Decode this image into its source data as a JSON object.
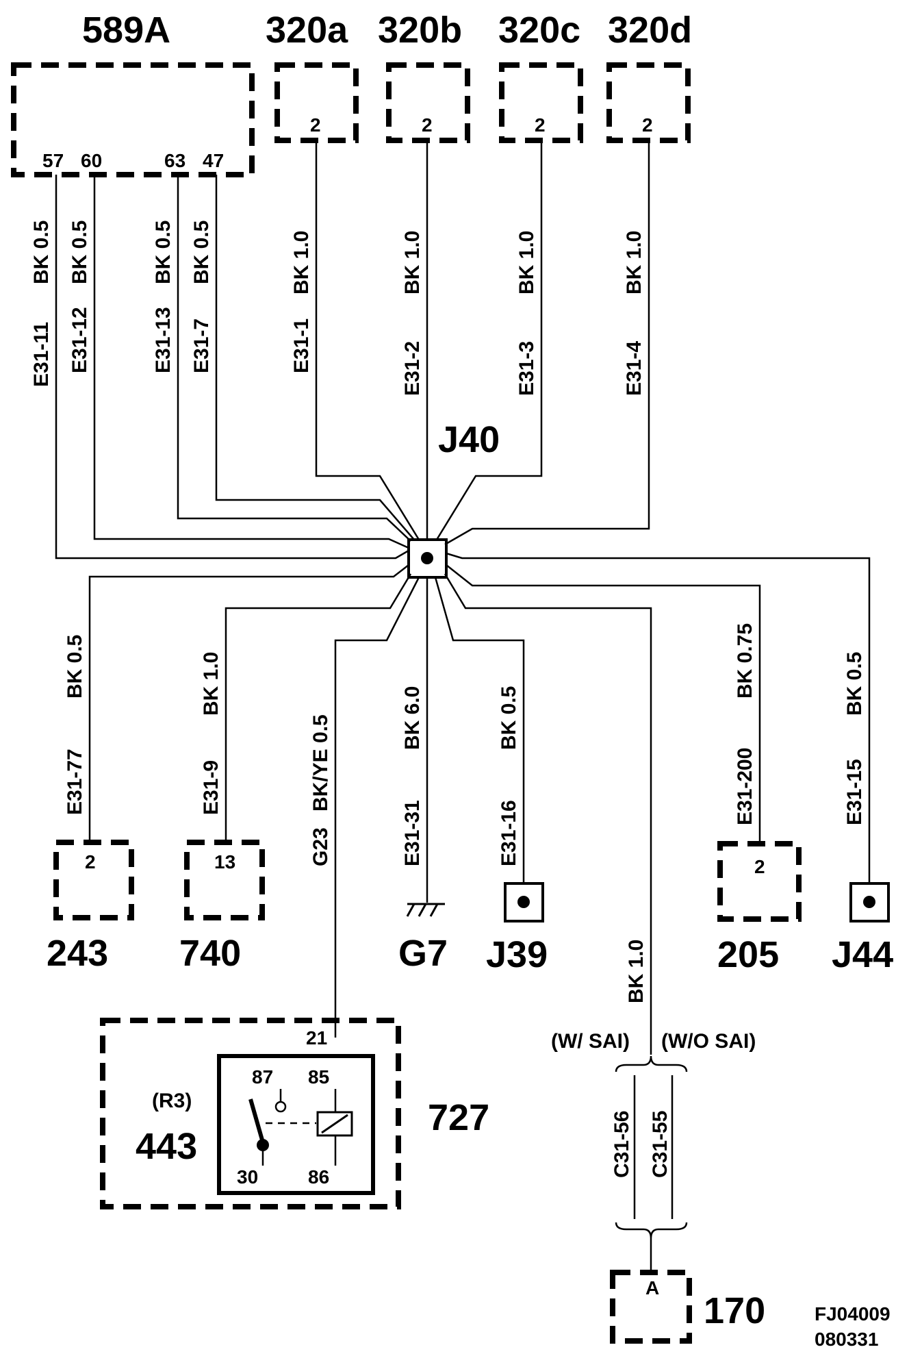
{
  "components": {
    "c589a": {
      "label": "589A",
      "pins": [
        "57",
        "60",
        "63",
        "47"
      ]
    },
    "c320a": {
      "label": "320a",
      "pin": "2"
    },
    "c320b": {
      "label": "320b",
      "pin": "2"
    },
    "c320c": {
      "label": "320c",
      "pin": "2"
    },
    "c320d": {
      "label": "320d",
      "pin": "2"
    },
    "c243": {
      "label": "243",
      "pin": "2"
    },
    "c740": {
      "label": "740",
      "pin": "13"
    },
    "c205": {
      "label": "205",
      "pin": "2"
    },
    "c170": {
      "label": "170",
      "pin": "A"
    },
    "c727": {
      "label": "727",
      "pin": "21"
    },
    "relay": {
      "label": "443",
      "sublabel": "(R3)",
      "pins": [
        "87",
        "85",
        "30",
        "86"
      ]
    }
  },
  "splices": {
    "j40": "J40",
    "j39": "J39",
    "j44": "J44",
    "ground": "G7"
  },
  "wires": {
    "w11": {
      "circuit": "E31-11",
      "spec": "BK 0.5"
    },
    "w12": {
      "circuit": "E31-12",
      "spec": "BK 0.5"
    },
    "w13": {
      "circuit": "E31-13",
      "spec": "BK 0.5"
    },
    "w7": {
      "circuit": "E31-7",
      "spec": "BK 0.5"
    },
    "w1": {
      "circuit": "E31-1",
      "spec": "BK 1.0"
    },
    "w2": {
      "circuit": "E31-2",
      "spec": "BK 1.0"
    },
    "w3": {
      "circuit": "E31-3",
      "spec": "BK 1.0"
    },
    "w4": {
      "circuit": "E31-4",
      "spec": "BK 1.0"
    },
    "w77": {
      "circuit": "E31-77",
      "spec": "BK 0.5"
    },
    "w9": {
      "circuit": "E31-9",
      "spec": "BK 1.0"
    },
    "wg23": {
      "circuit": "G23",
      "spec": "BK/YE 0.5"
    },
    "w31": {
      "circuit": "E31-31",
      "spec": "BK 6.0"
    },
    "w16": {
      "circuit": "E31-16",
      "spec": "BK 0.5"
    },
    "w200": {
      "circuit": "E31-200",
      "spec": "BK 0.75"
    },
    "w15": {
      "circuit": "E31-15",
      "spec": "BK 0.5"
    },
    "wsai": {
      "spec": "BK 1.0"
    },
    "c56": {
      "circuit": "C31-56"
    },
    "c55": {
      "circuit": "C31-55"
    }
  },
  "options": {
    "with_sai": "(W/ SAI)",
    "without_sai": "(W/O SAI)"
  },
  "figure_code": {
    "line1": "FJ04009",
    "line2": "080331"
  }
}
